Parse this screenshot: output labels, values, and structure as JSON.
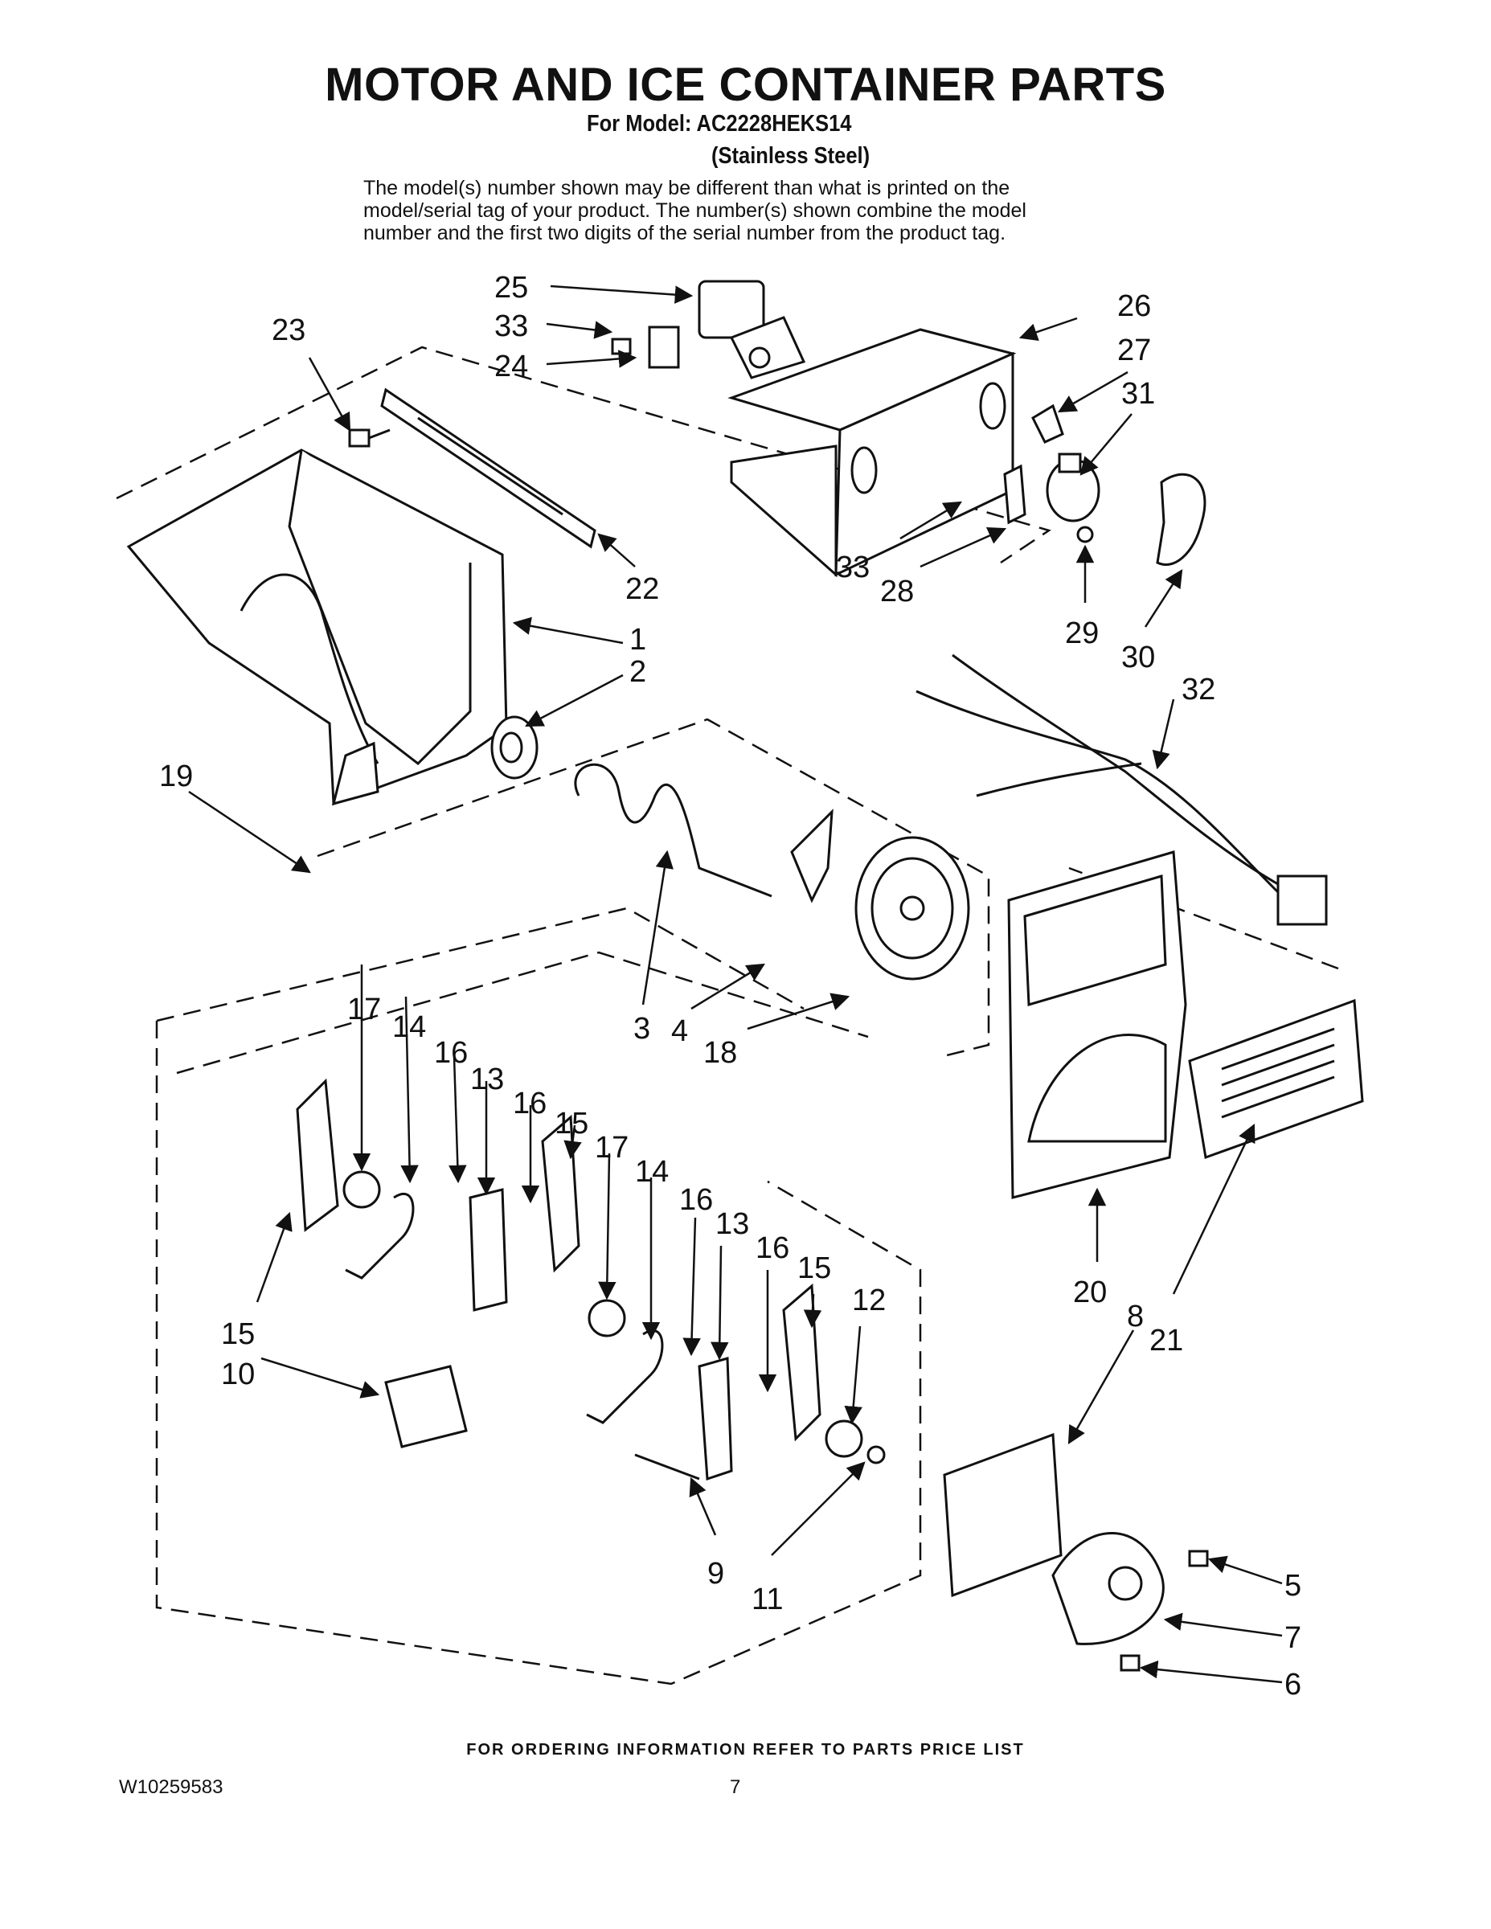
{
  "header": {
    "title": "MOTOR AND ICE CONTAINER PARTS",
    "model_line": "For Model: AC2228HEKS14",
    "finish": "(Stainless Steel)",
    "note_lines": [
      "The model(s) number shown may be different than what is printed on the",
      "model/serial tag of your product. The number(s) shown combine the model",
      "number and the first two digits of the serial number from the product tag."
    ]
  },
  "callouts": {
    "c1": "1",
    "c2": "2",
    "c3": "3",
    "c4": "4",
    "c5": "5",
    "c6": "6",
    "c7": "7",
    "c8": "8",
    "c9": "9",
    "c10": "10",
    "c11": "11",
    "c12": "12",
    "c13a": "13",
    "c13b": "13",
    "c14a": "14",
    "c14b": "14",
    "c15a": "15",
    "c15b": "15",
    "c15c": "15",
    "c16a": "16",
    "c16b": "16",
    "c16c": "16",
    "c16d": "16",
    "c17a": "17",
    "c17b": "17",
    "c18": "18",
    "c19": "19",
    "c20": "20",
    "c21": "21",
    "c22": "22",
    "c23": "23",
    "c24": "24",
    "c25": "25",
    "c26": "26",
    "c27": "27",
    "c28": "28",
    "c29": "29",
    "c30": "30",
    "c31": "31",
    "c32": "32",
    "c33a": "33",
    "c33b": "33"
  },
  "footer": {
    "ordering": "FOR ORDERING INFORMATION REFER TO PARTS PRICE LIST",
    "doc_number": "W10259583",
    "page": "7"
  }
}
